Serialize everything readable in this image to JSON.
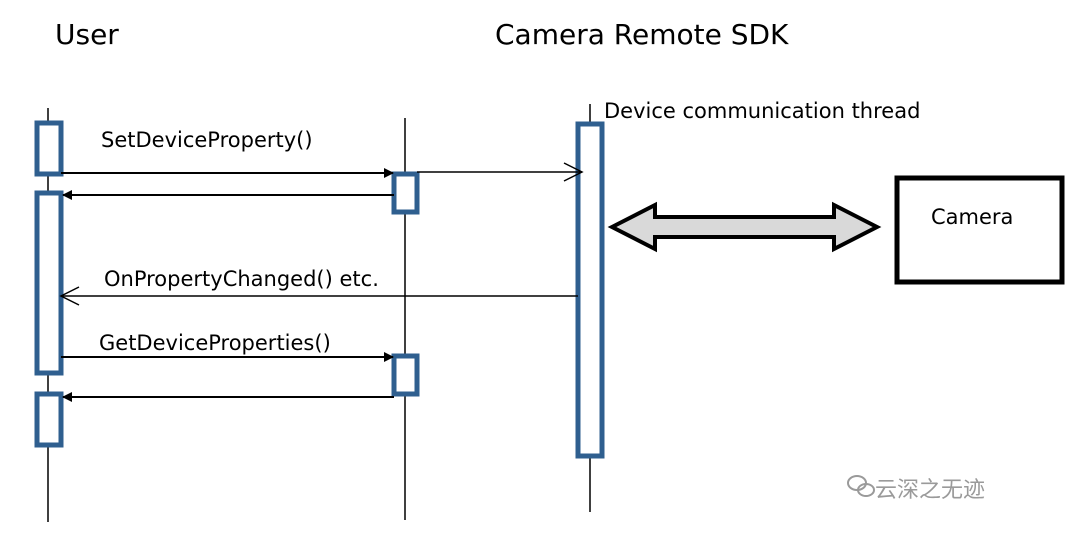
{
  "headers": {
    "user": "User",
    "sdk": "Camera Remote SDK"
  },
  "thread_label": "Device communication thread",
  "camera_label": "Camera",
  "messages": {
    "set_property": "SetDeviceProperty()",
    "property_changed": "OnPropertyChanged() etc.",
    "get_properties": "GetDeviceProperties()"
  },
  "watermark": "云深之无迹",
  "colors": {
    "activation_stroke": "#2f5f8f",
    "arrow_fill": "#d9d9d9"
  }
}
